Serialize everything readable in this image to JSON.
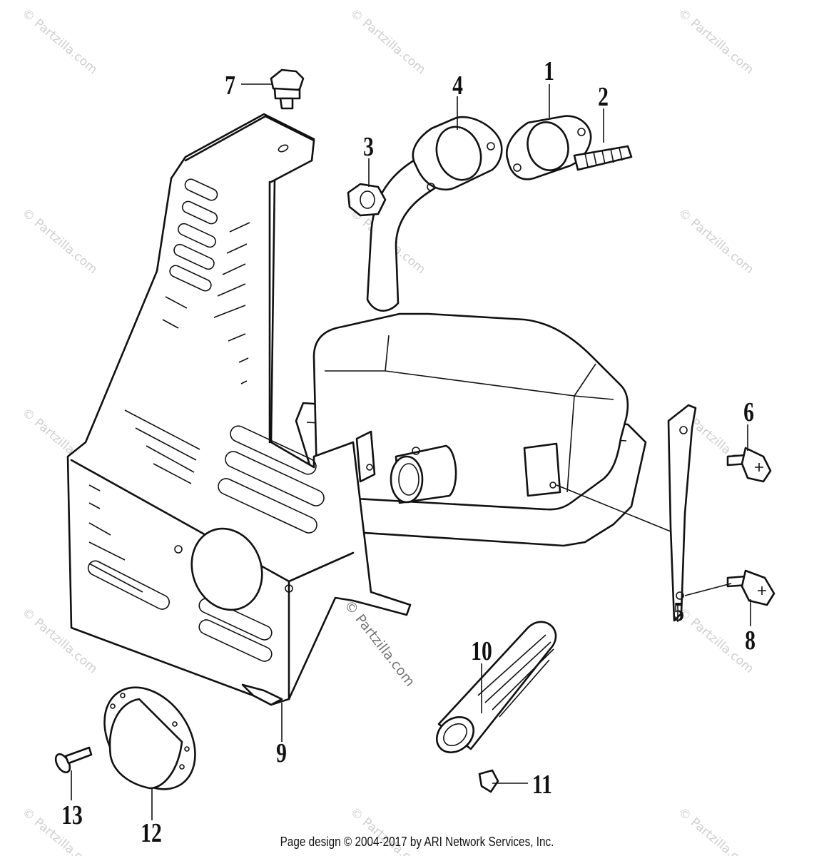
{
  "watermark": {
    "text": "© Partzilla.com",
    "center_text": "© Partzilla.com"
  },
  "callouts": [
    {
      "id": "1",
      "label": "1"
    },
    {
      "id": "2",
      "label": "2"
    },
    {
      "id": "3",
      "label": "3"
    },
    {
      "id": "4",
      "label": "4"
    },
    {
      "id": "5",
      "label": "5"
    },
    {
      "id": "6",
      "label": "6"
    },
    {
      "id": "7",
      "label": "7"
    },
    {
      "id": "8",
      "label": "8"
    },
    {
      "id": "9",
      "label": "9"
    },
    {
      "id": "10",
      "label": "10"
    },
    {
      "id": "11",
      "label": "11"
    },
    {
      "id": "12",
      "label": "12"
    },
    {
      "id": "13",
      "label": "13"
    }
  ],
  "footer": {
    "text": "Page design © 2004-2017 by ARI Network Services, Inc."
  }
}
